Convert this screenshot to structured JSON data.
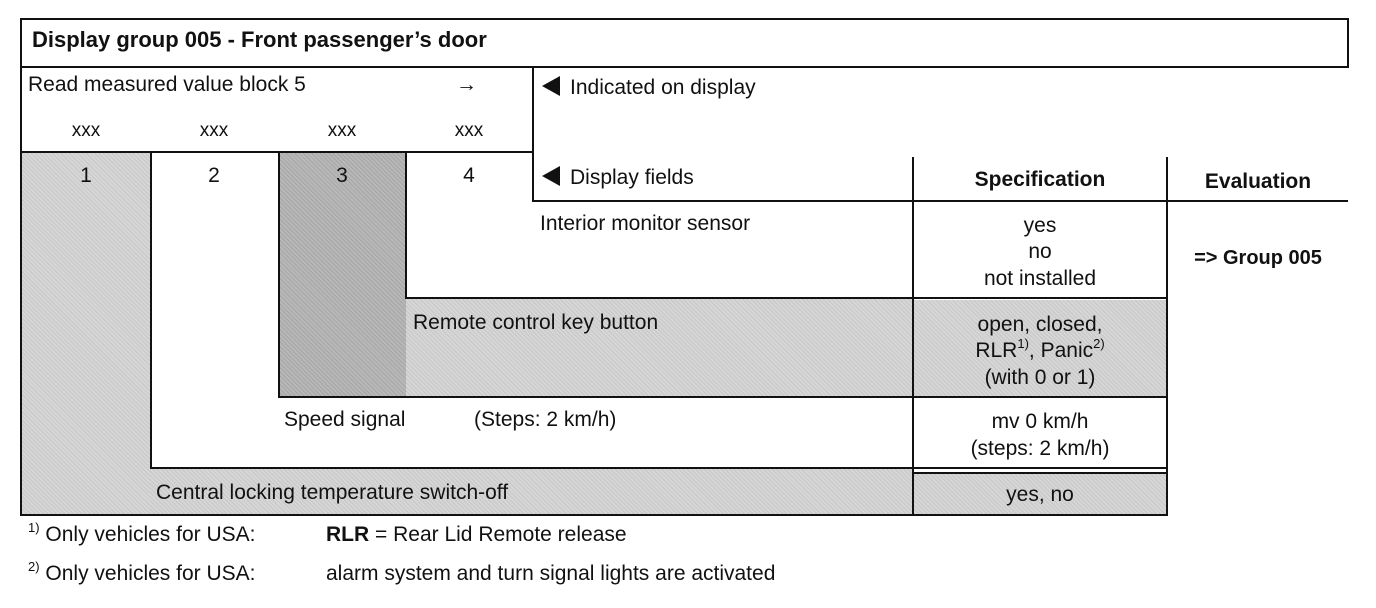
{
  "title": "Display group 005 - Front passenger’s door",
  "read_block": {
    "label": "Read measured value block 5",
    "arrow": "→",
    "fields": [
      "xxx",
      "xxx",
      "xxx",
      "xxx"
    ]
  },
  "indicated": "Indicated on display",
  "display_fields_label": "Display fields",
  "field_numbers": [
    "1",
    "2",
    "3",
    "4"
  ],
  "spec_header": "Specification",
  "eval_header": "Evaluation",
  "rows": [
    {
      "name": "Interior monitor sensor",
      "spec": [
        "yes",
        "no",
        "not installed"
      ]
    },
    {
      "name": "Remote control key button",
      "spec_line1": "open, closed,",
      "spec_rlr": "RLR",
      "spec_rlr_sup": "1)",
      "spec_sep": ", Panic",
      "spec_panic_sup": "2)",
      "spec_line3": "(with 0 or 1)"
    },
    {
      "name": "Speed signal",
      "note": "(Steps: 2 km/h)",
      "spec": [
        "mv 0 km/h",
        "(steps: 2 km/h)"
      ]
    },
    {
      "name": "Central locking temperature switch-off",
      "spec": [
        "yes, no"
      ]
    }
  ],
  "evaluation": "=> Group 005",
  "footnotes": [
    {
      "marker": "1)",
      "prefix": "Only vehicles for USA:",
      "abbr": "RLR",
      "text": " = Rear Lid Remote release"
    },
    {
      "marker": "2)",
      "prefix": "Only vehicles for USA:",
      "text": "alarm system and turn signal lights are activated"
    }
  ]
}
